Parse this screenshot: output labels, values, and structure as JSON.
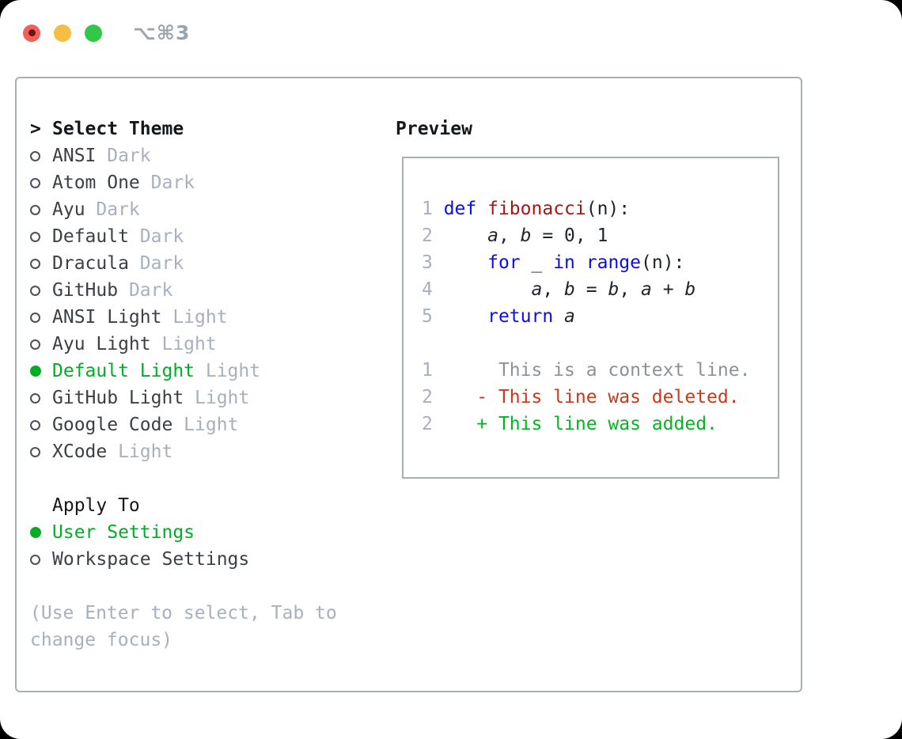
{
  "window": {
    "shortcut": "⌥⌘3"
  },
  "colors": {
    "trafficRed": "#f1605a",
    "trafficRedDot": "#74150c",
    "trafficYellow": "#f6bd45",
    "trafficGreen": "#33c748",
    "shortcut": "#9ba3ad",
    "border": "#a7aeb8",
    "title": "#15181b",
    "item": "#3a4046",
    "secondary": "#a7b0bc",
    "hint": "#a7b0bc",
    "ring": "#4b5158",
    "green": "#00ad27",
    "gutter": "#a7b0bc",
    "keyword": "#0b0bee",
    "function": "#a51717",
    "plain": "#1f242a",
    "context": "#8d9298",
    "deleted": "#c33a1f",
    "added": "#00b81f"
  },
  "theme_panel": {
    "prompt": ">",
    "title": "Select Theme",
    "items": [
      {
        "name": "ANSI",
        "variant": "Dark",
        "selected": false
      },
      {
        "name": "Atom One",
        "variant": "Dark",
        "selected": false
      },
      {
        "name": "Ayu",
        "variant": "Dark",
        "selected": false
      },
      {
        "name": "Default",
        "variant": "Dark",
        "selected": false
      },
      {
        "name": "Dracula",
        "variant": "Dark",
        "selected": false
      },
      {
        "name": "GitHub",
        "variant": "Dark",
        "selected": false
      },
      {
        "name": "ANSI Light",
        "variant": "Light",
        "selected": false
      },
      {
        "name": "Ayu Light",
        "variant": "Light",
        "selected": false
      },
      {
        "name": "Default Light",
        "variant": "Light",
        "selected": true
      },
      {
        "name": "GitHub Light",
        "variant": "Light",
        "selected": false
      },
      {
        "name": "Google Code",
        "variant": "Light",
        "selected": false
      },
      {
        "name": "XCode",
        "variant": "Light",
        "selected": false
      }
    ]
  },
  "apply_panel": {
    "title": "Apply To",
    "items": [
      {
        "label": "User Settings",
        "selected": true
      },
      {
        "label": "Workspace Settings",
        "selected": false
      }
    ]
  },
  "hint": {
    "line1": "(Use Enter to select, Tab to",
    "line2": "change focus)"
  },
  "preview": {
    "title": "Preview",
    "lines": [
      {
        "num": "1",
        "prefix": " ",
        "segments": [
          {
            "t": "def",
            "c": "keyword"
          },
          {
            "t": " ",
            "c": "plain"
          },
          {
            "t": "fibonacci",
            "c": "function"
          },
          {
            "t": "(n):",
            "c": "plain"
          }
        ]
      },
      {
        "num": "2",
        "prefix": "     ",
        "segments": [
          {
            "t": "a",
            "c": "var"
          },
          {
            "t": ", ",
            "c": "plain"
          },
          {
            "t": "b",
            "c": "var"
          },
          {
            "t": " = 0, 1",
            "c": "plain"
          }
        ]
      },
      {
        "num": "3",
        "prefix": "     ",
        "segments": [
          {
            "t": "for",
            "c": "keyword"
          },
          {
            "t": " _ ",
            "c": "plain"
          },
          {
            "t": "in",
            "c": "keyword"
          },
          {
            "t": " ",
            "c": "plain"
          },
          {
            "t": "range",
            "c": "keyword"
          },
          {
            "t": "(n):",
            "c": "plain"
          }
        ]
      },
      {
        "num": "4",
        "prefix": "         ",
        "segments": [
          {
            "t": "a",
            "c": "var"
          },
          {
            "t": ", ",
            "c": "plain"
          },
          {
            "t": "b",
            "c": "var"
          },
          {
            "t": " = ",
            "c": "plain"
          },
          {
            "t": "b",
            "c": "var"
          },
          {
            "t": ", ",
            "c": "plain"
          },
          {
            "t": "a",
            "c": "var"
          },
          {
            "t": " + ",
            "c": "plain"
          },
          {
            "t": "b",
            "c": "var"
          }
        ]
      },
      {
        "num": "5",
        "prefix": "     ",
        "segments": [
          {
            "t": "return",
            "c": "keyword"
          },
          {
            "t": " ",
            "c": "plain"
          },
          {
            "t": "a",
            "c": "var"
          }
        ]
      },
      {
        "num": "",
        "prefix": "",
        "segments": []
      },
      {
        "num": "1",
        "prefix": "      ",
        "segments": [
          {
            "t": "This is a context line.",
            "c": "context"
          }
        ]
      },
      {
        "num": "2",
        "prefix": "    ",
        "segments": [
          {
            "t": "- This line was deleted.",
            "c": "deleted"
          }
        ]
      },
      {
        "num": "2",
        "prefix": "    ",
        "segments": [
          {
            "t": "+ This line was added.",
            "c": "added"
          }
        ]
      }
    ]
  }
}
